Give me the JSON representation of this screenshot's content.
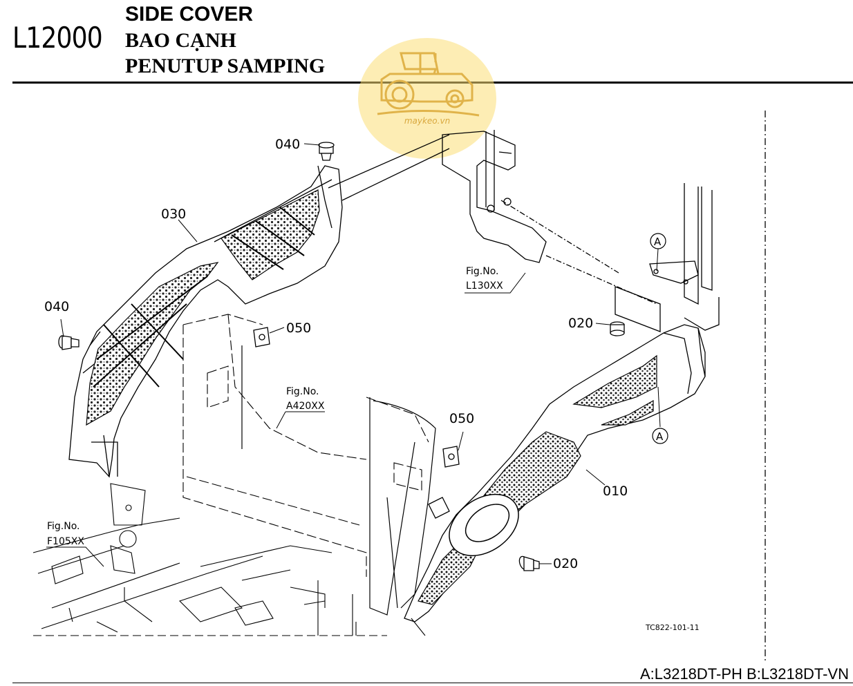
{
  "header": {
    "model": "L12000",
    "title_en": "SIDE COVER",
    "title_vn": "BAO CẠNH",
    "title_id": "PENUTUP SAMPING"
  },
  "watermark": {
    "text": "maykeo.vn",
    "color": "#f8d36a"
  },
  "callouts": {
    "p040_top": "040",
    "p040_left": "040",
    "p030": "030",
    "p050_upper": "050",
    "p050_lower": "050",
    "p020_upper": "020",
    "p020_lower": "020",
    "p010": "010",
    "ref_a_upper": "A",
    "ref_a_lower": "A"
  },
  "fig_refs": {
    "l130": {
      "label": "Fig.No.",
      "code": "L130XX"
    },
    "a420": {
      "label": "Fig.No.",
      "code": "A420XX"
    },
    "f105": {
      "label": "Fig.No.",
      "code": "F105XX"
    }
  },
  "diagram_code": "TC822-101-11",
  "footer": {
    "applicability": "A:L3218DT-PH B:L3218DT-VN"
  }
}
